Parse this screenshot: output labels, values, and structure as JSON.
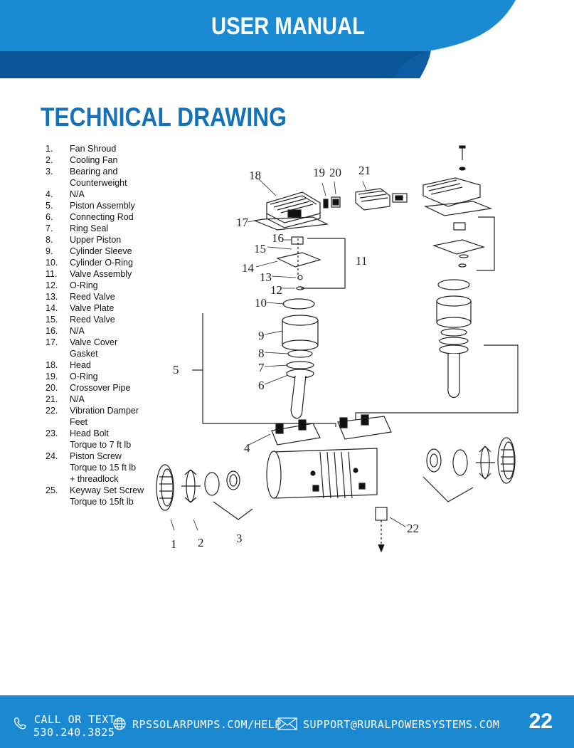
{
  "header": {
    "title": "USER MANUAL"
  },
  "page_title": "TECHNICAL DRAWING",
  "parts": [
    {
      "num": "1.",
      "lines": [
        "Fan Shroud"
      ]
    },
    {
      "num": "2.",
      "lines": [
        "Cooling Fan"
      ]
    },
    {
      "num": "3.",
      "lines": [
        "Bearing and",
        "Counterweight"
      ]
    },
    {
      "num": "4.",
      "lines": [
        "N/A"
      ]
    },
    {
      "num": "5.",
      "lines": [
        "Piston Assembly"
      ]
    },
    {
      "num": "6.",
      "lines": [
        "Connecting Rod"
      ]
    },
    {
      "num": "7.",
      "lines": [
        "Ring Seal"
      ]
    },
    {
      "num": "8.",
      "lines": [
        "Upper Piston"
      ]
    },
    {
      "num": "9.",
      "lines": [
        "Cylinder Sleeve"
      ]
    },
    {
      "num": "10.",
      "lines": [
        "Cylinder O-Ring"
      ]
    },
    {
      "num": "11.",
      "lines": [
        "Valve Assembly"
      ]
    },
    {
      "num": "12.",
      "lines": [
        "O-Ring"
      ]
    },
    {
      "num": "13.",
      "lines": [
        "Reed Valve"
      ]
    },
    {
      "num": "14.",
      "lines": [
        "Valve Plate"
      ]
    },
    {
      "num": "15.",
      "lines": [
        "Reed Valve"
      ]
    },
    {
      "num": "16.",
      "lines": [
        "N/A"
      ]
    },
    {
      "num": "17.",
      "lines": [
        "Valve Cover",
        "Gasket"
      ]
    },
    {
      "num": "18.",
      "lines": [
        "Head"
      ]
    },
    {
      "num": "19.",
      "lines": [
        "O-Ring"
      ]
    },
    {
      "num": "20.",
      "lines": [
        "Crossover Pipe"
      ]
    },
    {
      "num": "21.",
      "lines": [
        "N/A"
      ]
    },
    {
      "num": "22.",
      "lines": [
        "Vibration Damper",
        "Feet"
      ]
    },
    {
      "num": "23.",
      "lines": [
        "Head Bolt",
        "Torque to 7 ft lb"
      ]
    },
    {
      "num": "24.",
      "lines": [
        "Piston Screw",
        "Torque to 15 ft lb",
        "+ threadlock"
      ]
    },
    {
      "num": "25.",
      "lines": [
        "Keyway Set Screw",
        "Torque to 15ft lb"
      ]
    }
  ],
  "drawing_callouts": [
    "1",
    "2",
    "3",
    "4",
    "5",
    "6",
    "7",
    "8",
    "9",
    "10",
    "11",
    "12",
    "13",
    "14",
    "15",
    "16",
    "17",
    "18",
    "19",
    "20",
    "21",
    "22"
  ],
  "footer": {
    "call_label": "CALL OR TEXT",
    "phone": "530.240.3825",
    "website": "RPSSOLARPUMPS.COM/HELP",
    "email": "SUPPORT@RURALPOWERSYSTEMS.COM",
    "page_number": "22"
  },
  "colors": {
    "brand_blue": "#1672b8",
    "footer_blue": "#1a89d1",
    "header_dark": "#0d5ea8"
  }
}
